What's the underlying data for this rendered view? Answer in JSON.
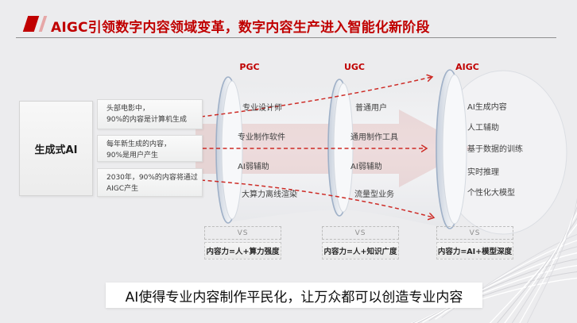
{
  "header": {
    "title": "AIGC引领数字内容领域变革，数字内容生产进入智能化新阶段"
  },
  "left_panel": {
    "label": "生成式AI",
    "facts": [
      {
        "line1": "头部电影中，",
        "line2": "90%的内容是计算机生成"
      },
      {
        "line1": "每年新生成的内容，",
        "line2": "90%是用户产生"
      },
      {
        "line1": "2030年，90%的内容将通过",
        "line2": "AIGC产生"
      }
    ]
  },
  "columns": [
    {
      "label": "PGC",
      "items": [
        "专业设计师",
        "专业制作软件",
        "AI弱辅助",
        "大算力离线渲染"
      ]
    },
    {
      "label": "UGC",
      "items": [
        "普通用户",
        "通用制作工具",
        "AI弱辅助",
        "流量型业务"
      ]
    },
    {
      "label": "AIGC",
      "items": [
        "AI生成内容",
        "人工辅助",
        "基于数据的训练",
        "实时推理",
        "个性化大模型"
      ]
    }
  ],
  "vs_groups": [
    {
      "vs": "VS",
      "formula": "内容力=人+算力强度"
    },
    {
      "vs": "VS",
      "formula": "内容力=人+知识广度"
    },
    {
      "vs": "VS",
      "formula": "内容力=AI+模型深度"
    }
  ],
  "banner": {
    "text": "AI使得专业内容制作平民化，让万众都可以创造专业内容"
  },
  "colors": {
    "title_red": "#C00000",
    "dash_red": "#CD2B26",
    "ring_edge": "#9FB0C7",
    "pink_arrow": "rgba(197,88,82,0.16)"
  }
}
